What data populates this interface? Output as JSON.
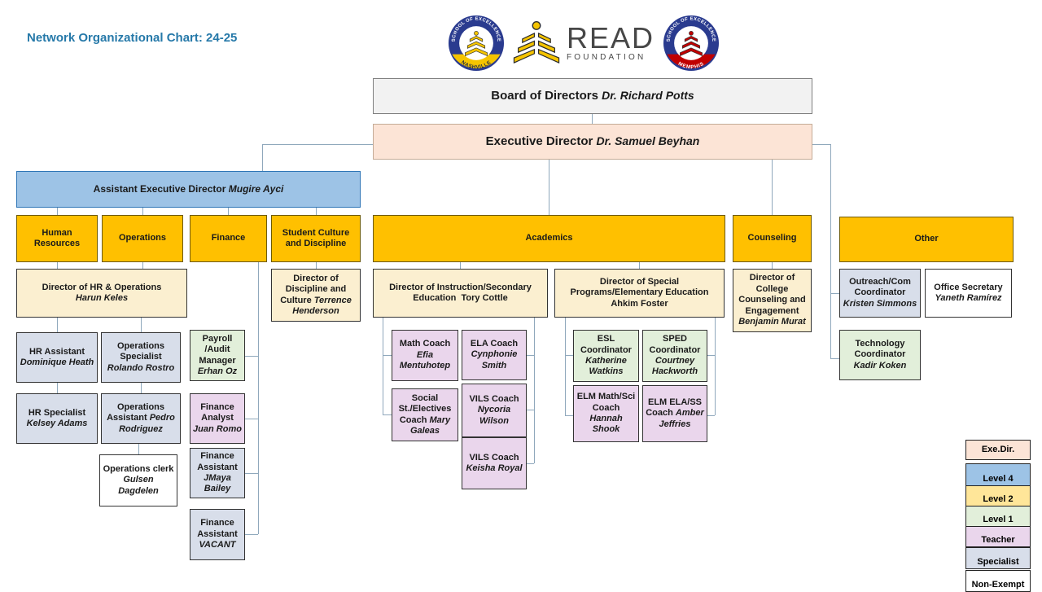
{
  "title": "Network Organizational Chart: 24-25",
  "logos": {
    "nashville": {
      "top": "SCHOOL OF EXCELLENCE",
      "bottom": "NASHVILLE"
    },
    "read": {
      "name": "READ",
      "sub": "FOUNDATION"
    },
    "memphis": {
      "top": "SCHOOL OF EXCELLENCE",
      "bottom": "MEMPHIS"
    }
  },
  "board": {
    "role": "Board of Directors",
    "name": "Dr. Richard Potts"
  },
  "executive": {
    "role": "Executive Director",
    "name": "Dr. Samuel Beyhan"
  },
  "assistant": {
    "role": "Assistant Executive Director",
    "name": "Mugire Ayci"
  },
  "hr": {
    "dept": "Human Resources",
    "director": {
      "role": "Director of HR & Operations",
      "name": "Harun Keles"
    },
    "assistant": {
      "role": "HR Assistant",
      "name": "Dominique Heath"
    },
    "specialist": {
      "role": "HR Specialist",
      "name": "Kelsey Adams"
    }
  },
  "operations": {
    "dept": "Operations",
    "specialist": {
      "role": "Operations Specialist",
      "name": "Rolando Rostro"
    },
    "assistant": {
      "role": "Operations Assistant",
      "name": "Pedro Rodriguez"
    },
    "clerk": {
      "role": "Operations clerk",
      "name": "Gulsen Dagdelen"
    }
  },
  "finance": {
    "dept": "Finance",
    "payroll": {
      "role": "Payroll /Audit Manager",
      "name": "Erhan Oz"
    },
    "analyst": {
      "role": "Finance Analyst",
      "name": "Juan Romo"
    },
    "assistant1": {
      "role": "Finance Assistant",
      "name": "JMaya Bailey"
    },
    "assistant2": {
      "role": "Finance Assistant",
      "name": "VACANT"
    }
  },
  "culture": {
    "dept": "Student Culture and Discipline",
    "director": {
      "role": "Director of Discipline and Culture",
      "name": "Terrence Henderson"
    }
  },
  "academics": {
    "dept": "Academics",
    "instruction": {
      "role": "Director of Instruction/Secondary Education",
      "name": "Tory Cottle"
    },
    "special": {
      "role": "Director of Special Programs/Elementary Education",
      "name": "Ahkim Foster"
    },
    "math_coach": {
      "role": "Math Coach",
      "name": "Efia Mentuhotep"
    },
    "ela_coach": {
      "role": "ELA Coach",
      "name": "Cynphonie Smith"
    },
    "social_coach": {
      "role": "Social St./Electives Coach",
      "name": "Mary Galeas"
    },
    "vils_coach1": {
      "role": "VILS Coach",
      "name": "Nycoria Wilson"
    },
    "vils_coach2": {
      "role": "VILS Coach",
      "name": "Keisha Royal"
    },
    "esl": {
      "role": "ESL Coordinator",
      "name": "Katherine Watkins"
    },
    "sped": {
      "role": "SPED Coordinator",
      "name": "Courtney Hackworth"
    },
    "elm_math": {
      "role": "ELM Math/Sci Coach",
      "name": "Hannah Shook"
    },
    "elm_ela": {
      "role": "ELM ELA/SS Coach",
      "name": "Amber Jeffries"
    }
  },
  "counseling": {
    "dept": "Counseling",
    "director": {
      "role": "Director of College Counseling and Engagement",
      "name": "Benjamin Murat"
    }
  },
  "other": {
    "dept": "Other",
    "outreach": {
      "role": "Outreach/Com Coordinator",
      "name": "Kristen Simmons"
    },
    "secretary": {
      "role": "Office Secretary",
      "name": "Yaneth Ramírez"
    },
    "technology": {
      "role": "Technology Coordinator",
      "name": "Kadir Koken"
    }
  },
  "legend": [
    {
      "label": "Exe.Dir."
    },
    {
      "label": "Level 4"
    },
    {
      "label": "Level 2"
    },
    {
      "label": "Level 1"
    },
    {
      "label": "Teacher"
    },
    {
      "label": "Specialist"
    },
    {
      "label": "Non-Exempt"
    }
  ],
  "colors": {
    "gold": "#FFC000",
    "peach": "#FCE4D6",
    "board": "#F2F2F2",
    "level4": "#9DC3E6",
    "level2": "#FBEFD0",
    "level2_legend": "#FFE699",
    "level1": "#E2EFDA",
    "teacher": "#EAD6EC",
    "specialist": "#D8DEEA",
    "line": "#8FA8BC",
    "title": "#2679A9"
  }
}
